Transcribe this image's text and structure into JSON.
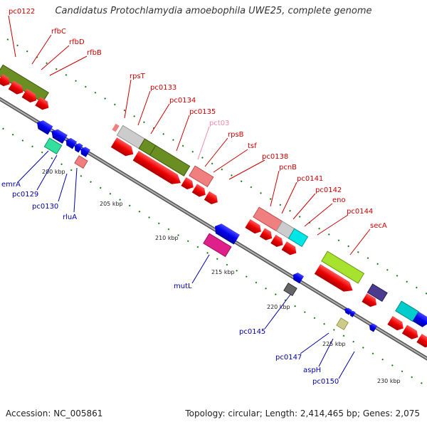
{
  "title": "Candidatus Protochlamydia amoebophila UWE25, complete genome",
  "footer": {
    "accession": "Accession: NC_005861",
    "topology": "Topology: circular; Length: 2,414,465 bp; Genes: 2,075"
  },
  "colors": {
    "forward_label": "#cc0000",
    "reverse_label": "#0000aa",
    "pseudo_label": "#ee88aa",
    "backbone": "#8c8c8c",
    "tick": "#1a7a1a"
  },
  "ticks": [
    "200 kbp",
    "205 kbp",
    "210 kbp",
    "215 kbp",
    "220 kbp",
    "225 kbp",
    "230 kbp"
  ],
  "forward_labels": [
    "pc0122",
    "rfbC",
    "rfbD",
    "rfbB",
    "rpsT",
    "pc0133",
    "pc0134",
    "pc0135",
    "pct03",
    "rpsB",
    "tsf",
    "pc0138",
    "pcnB",
    "pc0141",
    "pc0142",
    "eno",
    "pc0144",
    "secA"
  ],
  "reverse_labels": [
    "emrA",
    "pc0129",
    "pc0130",
    "rluA",
    "mutL",
    "pc0145",
    "pc0147",
    "aspH",
    "pc0150"
  ]
}
